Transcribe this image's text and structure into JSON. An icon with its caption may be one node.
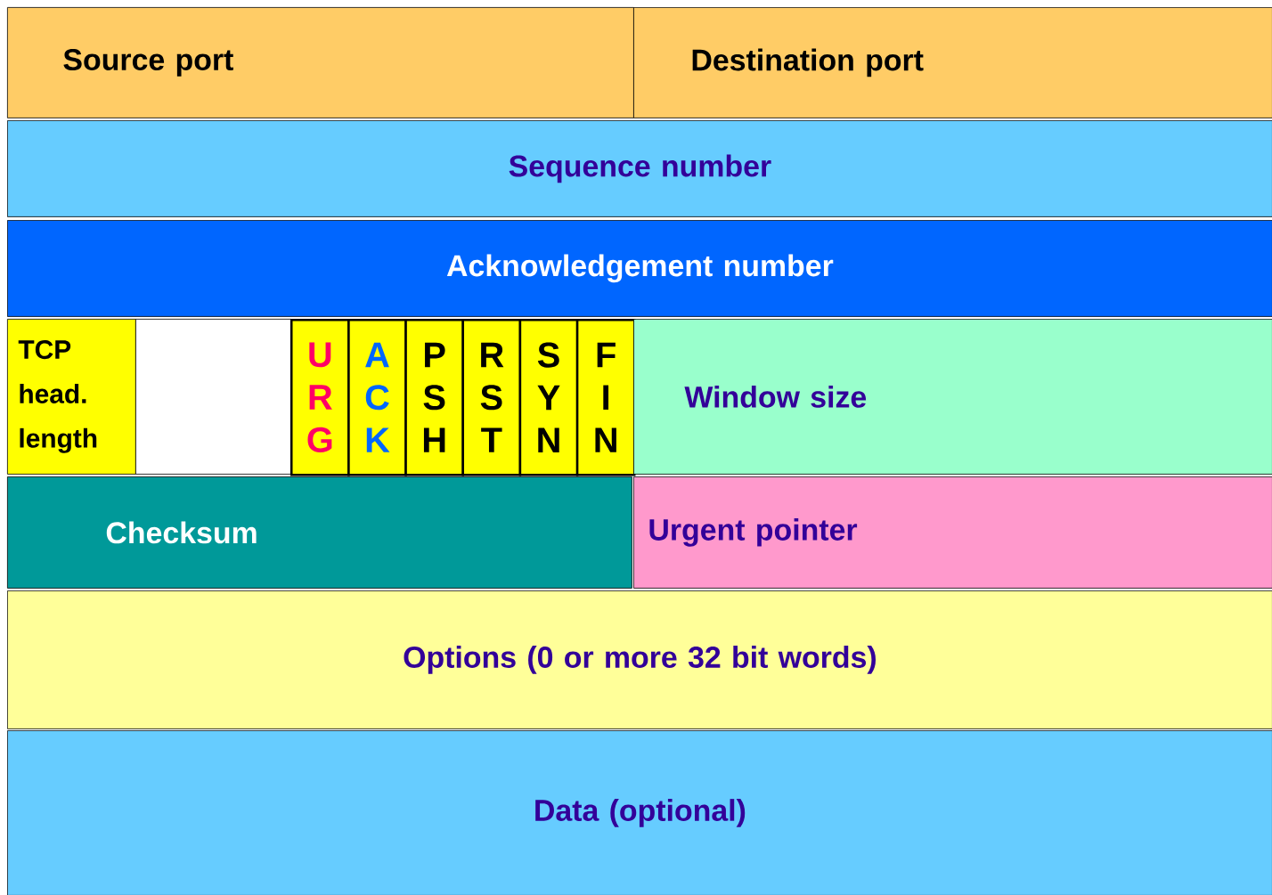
{
  "diagram": {
    "nodes": [
      {
        "text": [
          "Source port"
        ]
      },
      {
        "text": [
          "Destination port"
        ]
      },
      {
        "text": [
          "Sequence number"
        ]
      },
      {
        "text": [
          "Acknowledgement  number"
        ]
      },
      {
        "text": [
          "TCP head. length"
        ]
      },
      {
        "text": [],
        "shape": "box"
      },
      {
        "text": [
          "U R G"
        ]
      },
      {
        "text": [
          "A C K"
        ]
      },
      {
        "text": [
          "P S H"
        ]
      },
      {
        "text": [
          "R S T"
        ]
      },
      {
        "text": [
          "S Y N"
        ]
      },
      {
        "text": [
          "F I N"
        ]
      },
      {
        "text": [
          "Window size"
        ]
      },
      {
        "text": [
          "Checksum"
        ]
      },
      {
        "text": [
          "Urgent pointer"
        ]
      },
      {
        "text": [
          "Options (0 or more 32 bit words)"
        ]
      },
      {
        "text": [
          "Data  (optional)"
        ]
      }
    ]
  }
}
